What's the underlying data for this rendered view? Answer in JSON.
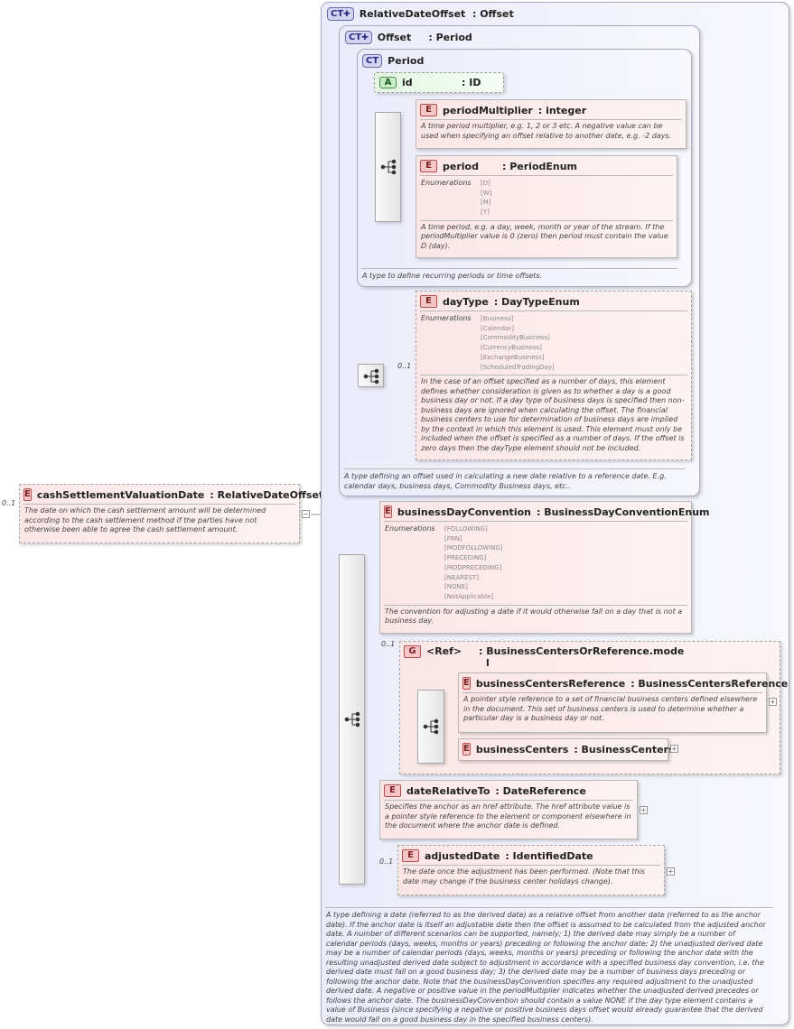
{
  "root": {
    "occurrence": "0..1",
    "badge": "E",
    "name": "cashSettlementValuationDate",
    "type": ": RelativeDateOffset",
    "doc": "The date on which the cash settlement amount will be determined according to the cash settlement method if the parties have not otherwise been able to agree the cash settlement amount.",
    "collapse_symbol": "−"
  },
  "relative_date_offset": {
    "badge": "CT",
    "title": "RelativeDateOffset  : Offset",
    "doc": "A type defining a date (referred to as the derived date) as a relative offset from another date (referred to as the anchor date). If the anchor date is itself an adjustable date then the offset is assumed to be calculated from the adjusted anchor date. A number of different scenarios can be supported, namely; 1) the derived date may simply be a number of calendar periods (days, weeks, months or years) preceding or following the anchor date; 2) the unadjusted derived date may be a number of calendar periods (days, weeks, months or years) preceding or following the anchor date with the resulting unadjusted derived date subject to adjustment in accordance with a specified business day convention, i.e. the derived date must fall on a good business day; 3) the derived date may be a number of business days preceding or following the anchor date. Note that the businessDayConvention specifies any required adjustment to the unadjusted derived date. A negative or positive value in the periodMultiplier indicates whether the unadjusted derived precedes or follows the anchor date. The businessDayConvention should contain a value NONE if the day type element contains a value of Business (since specifying a negative or positive business days offset would already guarantee that the derived date would fall on a good business day in the specified business centers)."
  },
  "offset": {
    "badge": "CT",
    "title": "Offset     : Period",
    "doc": "A type defining an offset used in calculating a new date relative to a reference date. E.g. calendar days, business days, Commodity Business days, etc.."
  },
  "period_ct": {
    "badge": "CT",
    "title": "Period",
    "doc": "A type to define recurring periods or time offsets."
  },
  "attr_id": {
    "badge": "A",
    "name": "id",
    "type": ": ID"
  },
  "period_multiplier": {
    "badge": "E",
    "name": "periodMultiplier",
    "type": ": integer",
    "doc": "A time period multiplier, e.g. 1, 2 or 3 etc. A negative value can be used when specifying an offset relative to another date, e.g. -2 days."
  },
  "period": {
    "badge": "E",
    "name": "period",
    "type": ": PeriodEnum",
    "enum_label": "Enumerations",
    "enums": [
      "[D]",
      "[W]",
      "[M]",
      "[Y]"
    ],
    "doc": "A time period, e.g. a day, week, month or year of the stream. If the periodMultiplier value is 0 (zero) then period must contain the value D (day)."
  },
  "day_type": {
    "occurrence": "0..1",
    "badge": "E",
    "name": "dayType",
    "type": ": DayTypeEnum",
    "enum_label": "Enumerations",
    "enums": [
      "[Business]",
      "[Calendar]",
      "[CommodityBusiness]",
      "[CurrencyBusiness]",
      "[ExchangeBusiness]",
      "[ScheduledTradingDay]"
    ],
    "doc": "In the case of an offset specified as a number of days, this element defines whether consideration is given as to whether a day is a good business day or not. If a day type of business days is specified then non-business days are ignored when calculating the offset. The financial business centers to use for determination of business days are implied by the context in which this element is used. This element must only be included when the offset is specified as a number of days. If the offset is zero days then the dayType element should not be included."
  },
  "bdc": {
    "badge": "E",
    "name": "businessDayConvention",
    "type": ": BusinessDayConventionEnum",
    "enum_label": "Enumerations",
    "enums": [
      "[FOLLOWING]",
      "[FRN]",
      "[MODFOLLOWING]",
      "[PRECEDING]",
      "[MODPRECEDING]",
      "[NEAREST]",
      "[NONE]",
      "[NotApplicable]"
    ],
    "doc": "The convention for adjusting a date if it would otherwise fall on a day that is not a business day."
  },
  "group": {
    "occurrence": "0..1",
    "badge": "G",
    "name": "<Ref>",
    "type_line1": ": BusinessCentersOrReference.mode",
    "type_line2": "l"
  },
  "bcr": {
    "badge": "E",
    "name": "businessCentersReference",
    "type": ": BusinessCentersReference",
    "doc": "A pointer style reference to a set of financial business centers defined elsewhere in the document. This set of business centers is used to determine whether a particular day is a business day or not.",
    "expand_symbol": "+"
  },
  "bc": {
    "badge": "E",
    "name": "businessCenters",
    "type": ": BusinessCenters",
    "expand_symbol": "+"
  },
  "drt": {
    "badge": "E",
    "name": "dateRelativeTo",
    "type": ": DateReference",
    "doc": "Specifies the anchor as an href attribute. The href attribute value is a pointer style reference to the element or component elsewhere in the document where the anchor date is defined.",
    "expand_symbol": "+"
  },
  "adj": {
    "occurrence": "0..1",
    "badge": "E",
    "name": "adjustedDate",
    "type": ": IdentifiedDate",
    "doc": "The date once the adjustment has been performed. (Note that this date may change if the business center holidays change).",
    "expand_symbol": "+"
  },
  "colors": {
    "ct_bg": "#ebecfa",
    "element_bg": "#fbe6e6",
    "attribute_bg": "#e2f6e2",
    "line": "#9a9a9a"
  }
}
